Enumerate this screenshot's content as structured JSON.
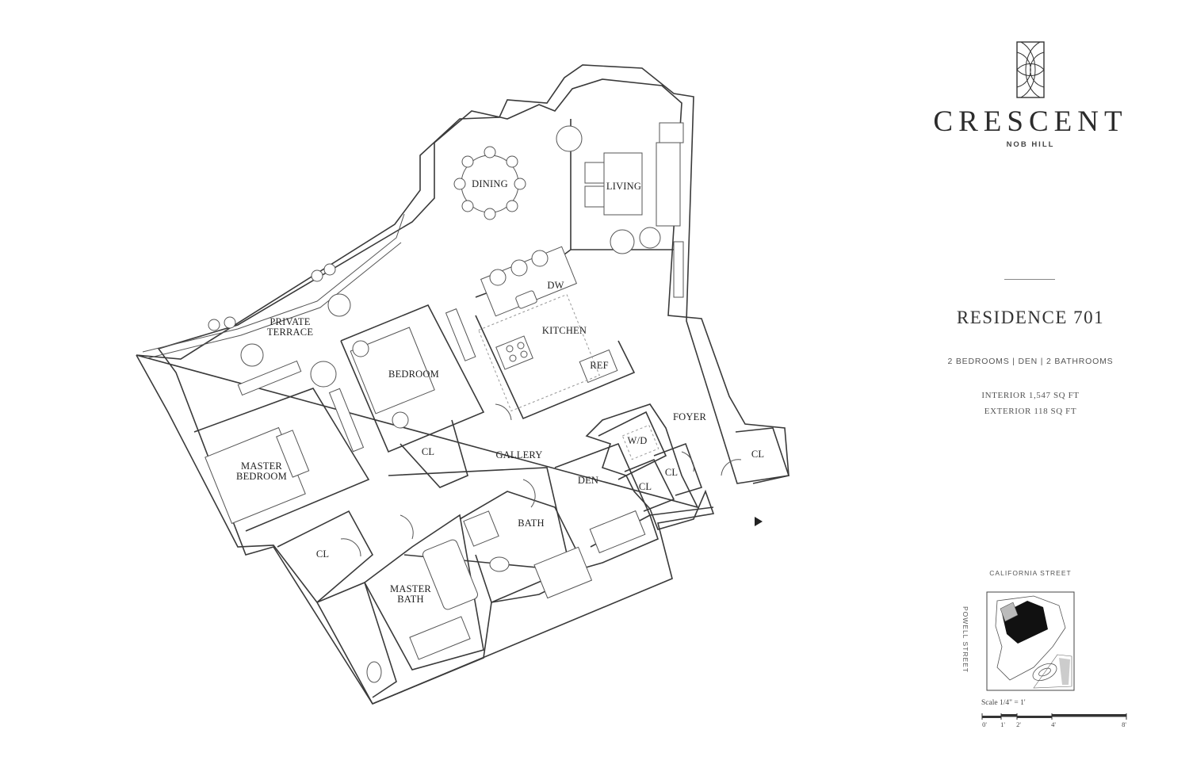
{
  "brand": {
    "name": "CRESCENT",
    "location": "NOB HILL",
    "logo_icon": "crescent-monogram-icon"
  },
  "residence": {
    "title": "RESIDENCE 701",
    "summary": "2 BEDROOMS | DEN | 2 BATHROOMS",
    "interior": "INTERIOR 1,547 SQ FT",
    "exterior": "EXTERIOR 118 SQ FT"
  },
  "plan": {
    "rooms": {
      "dining": "DINING",
      "living": "LIVING",
      "dw": "DW",
      "kitchen": "KITCHEN",
      "ref": "REF",
      "private_terrace_1": "PRIVATE",
      "private_terrace_2": "TERRACE",
      "bedroom": "BEDROOM",
      "foyer": "FOYER",
      "wd": "W/D",
      "cl_bedroom": "CL",
      "gallery": "GALLERY",
      "den": "DEN",
      "cl_den": "CL",
      "cl_foyer": "CL",
      "cl_entry": "CL",
      "master_bedroom_1": "MASTER",
      "master_bedroom_2": "BEDROOM",
      "bath": "BATH",
      "cl_master": "CL",
      "master_bath_1": "MASTER",
      "master_bath_2": "BATH"
    },
    "entry_icon": "entry-arrow-icon"
  },
  "site_plan": {
    "street_top": "CALIFORNIA STREET",
    "street_left": "POWELL STREET"
  },
  "scale": {
    "label": "Scale 1/4\" = 1'",
    "ticks": [
      "0'",
      "1'",
      "2'",
      "4'",
      "8'"
    ]
  }
}
